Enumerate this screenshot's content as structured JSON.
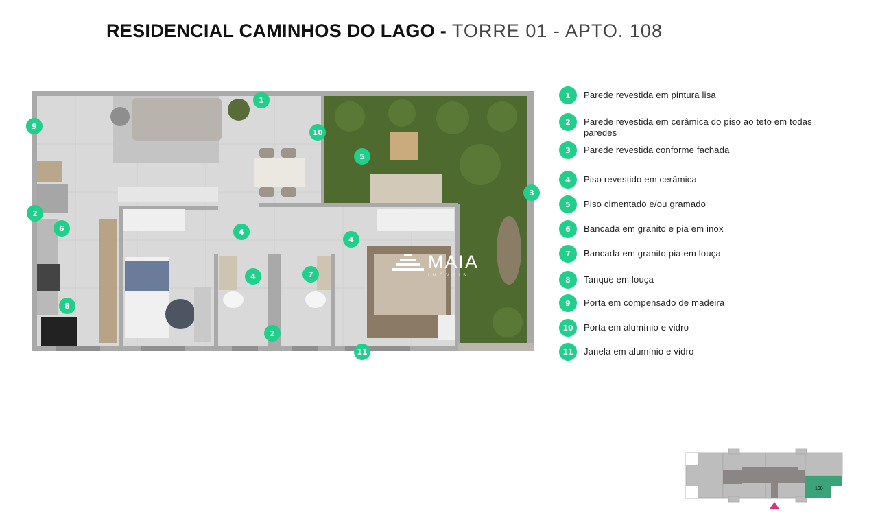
{
  "header": {
    "title_bold": "RESIDENCIAL CAMINHOS DO LAGO -",
    "title_light": "TORRE 01 - APTO. 108"
  },
  "colors": {
    "accent": "#1fcf8b",
    "highlight_unit": "#3aa37a",
    "location_arrow": "#e0307a",
    "grass": "#4e6a2e"
  },
  "logo": {
    "brand": "MAIA",
    "sub": "IMÓVEIS"
  },
  "plan_markers": [
    "1",
    "9",
    "10",
    "5",
    "3",
    "2",
    "6",
    "4",
    "4",
    "4",
    "7",
    "8",
    "2",
    "11"
  ],
  "legend": [
    {
      "num": "1",
      "text": "Parede revestida em pintura lisa"
    },
    {
      "num": "2",
      "text": "Parede revestida em cerâmica do piso ao teto em todas paredes"
    },
    {
      "num": "3",
      "text": "Parede revestida conforme fachada"
    },
    {
      "num": "4",
      "text": "Piso revestido em cerâmica"
    },
    {
      "num": "5",
      "text": "Piso cimentado e/ou gramado"
    },
    {
      "num": "6",
      "text": "Bancada em granito e pia em inox"
    },
    {
      "num": "7",
      "text": "Bancada em granito pia em louça"
    },
    {
      "num": "8",
      "text": "Tanque em louça"
    },
    {
      "num": "9",
      "text": "Porta em compensado de madeira"
    },
    {
      "num": "10",
      "text": "Porta em alumínio e vidro"
    },
    {
      "num": "11",
      "text": "Janela em alumínio e vidro"
    }
  ],
  "keyplan": {
    "unit_label": "108",
    "icon": "location-triangle-icon"
  }
}
